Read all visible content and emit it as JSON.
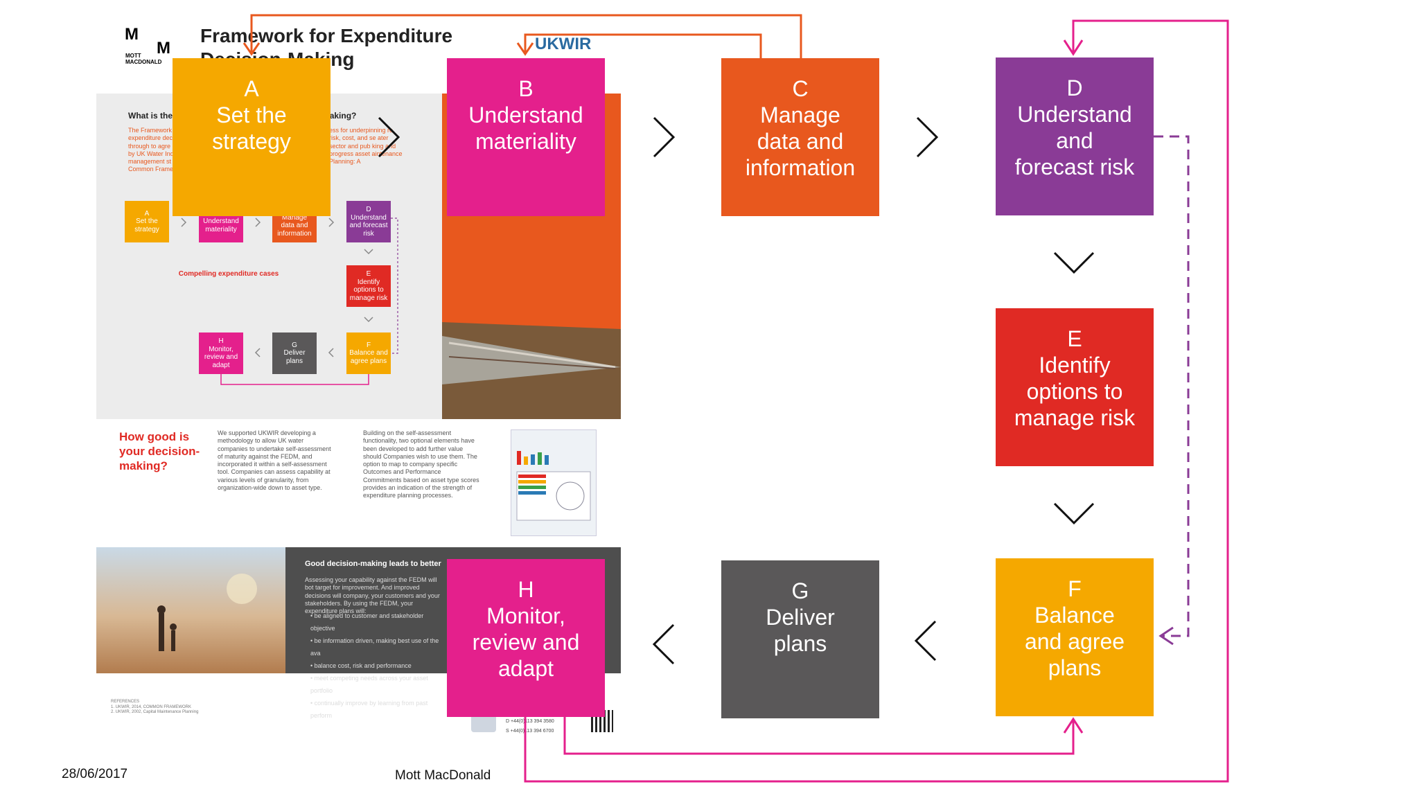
{
  "header": {
    "logo_m1": "M",
    "logo_m2": "M",
    "logo_text_1": "MOTT",
    "logo_text_2": "MACDONALD",
    "title_line1": "Framework for Expenditure",
    "title_line2": "Decision-Making",
    "partner_logo": "UKWIR"
  },
  "steps": [
    {
      "letter": "A",
      "label": "Set the\nstrategy",
      "color": "#f5a800"
    },
    {
      "letter": "B",
      "label": "Understand\nmateriality",
      "color": "#e4208c"
    },
    {
      "letter": "C",
      "label": "Manage\ndata and\ninformation",
      "color": "#e8581e"
    },
    {
      "letter": "D",
      "label": "Understand\nand\nforecast risk",
      "color": "#8a3b96"
    },
    {
      "letter": "E",
      "label": "Identify\noptions to\nmanage risk",
      "color": "#e02a24"
    },
    {
      "letter": "F",
      "label": "Balance\nand agree\nplans",
      "color": "#f5a800"
    },
    {
      "letter": "G",
      "label": "Deliver\nplans",
      "color": "#5a5859"
    },
    {
      "letter": "H",
      "label": "Monitor,\nreview and\nadapt",
      "color": "#e4208c"
    }
  ],
  "background_doc": {
    "question_heading": "What is the Framework for Expenditure Decision-Making?",
    "mini_steps": [
      "A\nSet the\nstrategy",
      "B\nUnderstand\nmateriality",
      "C\nManage\ndata and\ninformation",
      "D\nUnderstand\nand forecast\nrisk",
      "E\nIdentify\noptions to\nmanage risk",
      "F\nBalance and\nagree plans",
      "G\nDeliver\nplans",
      "H\nMonitor,\nreview and\nadapt"
    ],
    "compelling": "Compelling expenditure cases",
    "how_good": "How good is your decision-making?",
    "good_decisions": "Good decision-making leads to better"
  },
  "footer": {
    "date": "28/06/2017",
    "company": "Mott MacDonald"
  }
}
